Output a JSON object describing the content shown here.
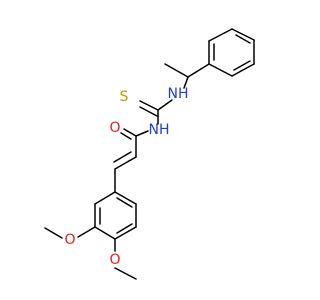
{
  "molecule": {
    "atoms": {
      "thione_sulfur": {
        "symbol": "S",
        "color": "#b8a200"
      },
      "amine_nh_upper": {
        "symbol": "NH",
        "color": "#1f3fd1"
      },
      "amine_nh_middle": {
        "symbol": "NH",
        "color": "#1f3fd1"
      },
      "carbonyl_oxygen": {
        "symbol": "O",
        "color": "#e02020"
      },
      "methoxy_oxygen_1": {
        "symbol": "O",
        "color": "#e02020"
      },
      "methoxy_oxygen_2": {
        "symbol": "O",
        "color": "#e02020"
      }
    },
    "bond_color": "#000000",
    "background": "#ffffff"
  }
}
